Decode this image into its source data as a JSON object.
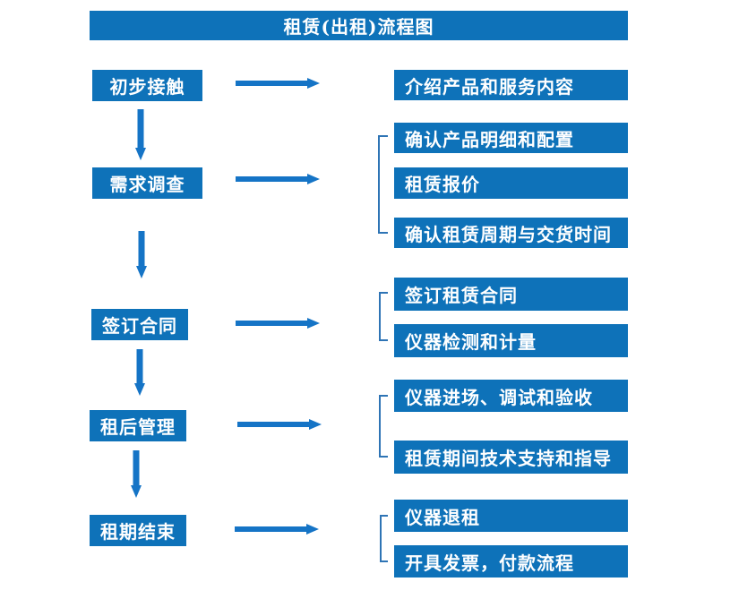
{
  "title": "租赁(出租)流程图",
  "colors": {
    "box_blue": "#0E72B9",
    "arrow_blue": "#1574C6",
    "bracket_blue": "#2E74B5",
    "text_white": "#FFFFFF"
  },
  "steps": [
    {
      "label": "初步接触",
      "outputs": [
        "介绍产品和服务内容"
      ]
    },
    {
      "label": "需求调查",
      "outputs": [
        "确认产品明细和配置",
        "租赁报价",
        "确认租赁周期与交货时间"
      ]
    },
    {
      "label": "签订合同",
      "outputs": [
        "签订租赁合同",
        "仪器检测和计量"
      ]
    },
    {
      "label": "租后管理",
      "outputs": [
        "仪器进场、调试和验收",
        "租赁期间技术支持和指导"
      ]
    },
    {
      "label": "租期结束",
      "outputs": [
        "仪器退租",
        "开具发票，付款流程"
      ]
    }
  ]
}
